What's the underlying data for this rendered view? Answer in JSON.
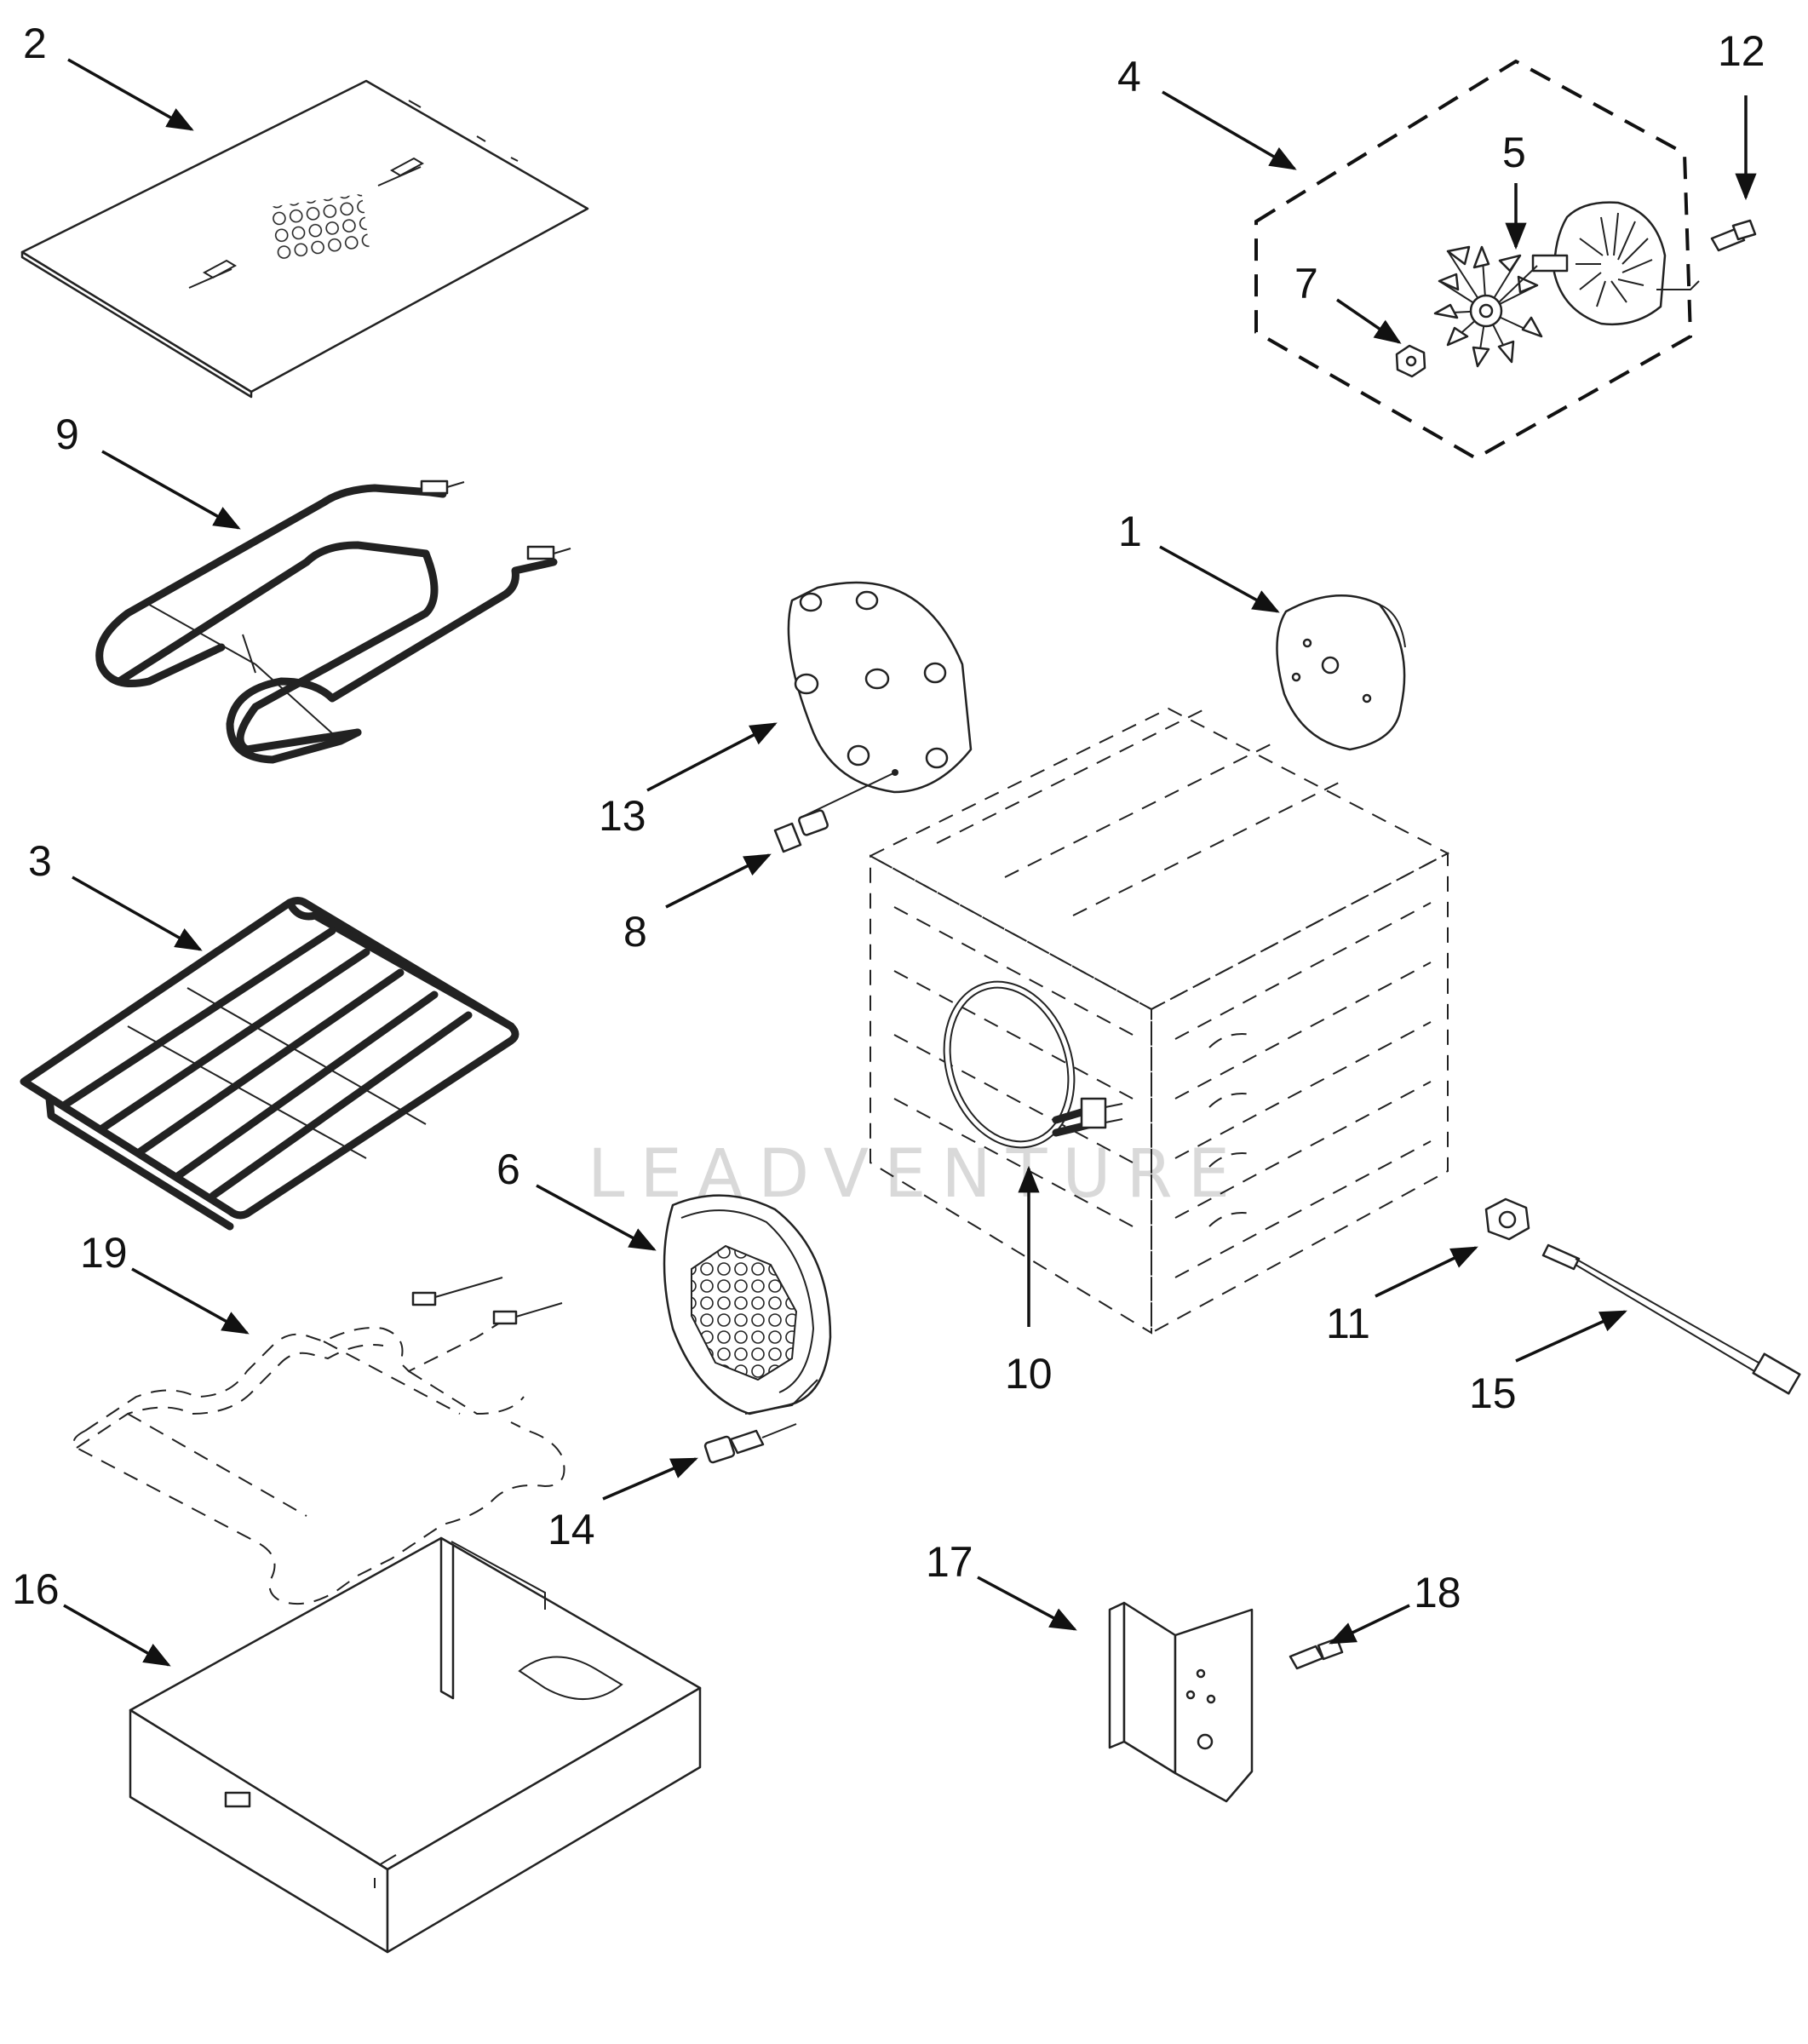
{
  "watermark": "LEADVENTURE",
  "callouts": {
    "c1": "1",
    "c2": "2",
    "c3": "3",
    "c4": "4",
    "c5": "5",
    "c6": "6",
    "c7": "7",
    "c8": "8",
    "c9": "9",
    "c10": "10",
    "c11": "11",
    "c12": "12",
    "c13": "13",
    "c14": "14",
    "c15": "15",
    "c16": "16",
    "c17": "17",
    "c18": "18",
    "c19": "19"
  },
  "parts": [
    {
      "ref": "1",
      "name": "insulation-disc"
    },
    {
      "ref": "2",
      "name": "oven-top-panel"
    },
    {
      "ref": "3",
      "name": "oven-rack"
    },
    {
      "ref": "4",
      "name": "convection-fan-motor-assembly"
    },
    {
      "ref": "5",
      "name": "fan-blade"
    },
    {
      "ref": "6",
      "name": "convection-baffle"
    },
    {
      "ref": "7",
      "name": "nut"
    },
    {
      "ref": "8",
      "name": "screw"
    },
    {
      "ref": "9",
      "name": "broil-element"
    },
    {
      "ref": "10",
      "name": "convection-element"
    },
    {
      "ref": "11",
      "name": "nut"
    },
    {
      "ref": "12",
      "name": "screw"
    },
    {
      "ref": "13",
      "name": "motor-mounting-plate"
    },
    {
      "ref": "14",
      "name": "screw"
    },
    {
      "ref": "15",
      "name": "temperature-sensor"
    },
    {
      "ref": "16",
      "name": "bottom-panel"
    },
    {
      "ref": "17",
      "name": "bracket"
    },
    {
      "ref": "18",
      "name": "screw"
    },
    {
      "ref": "19",
      "name": "bake-element"
    }
  ]
}
